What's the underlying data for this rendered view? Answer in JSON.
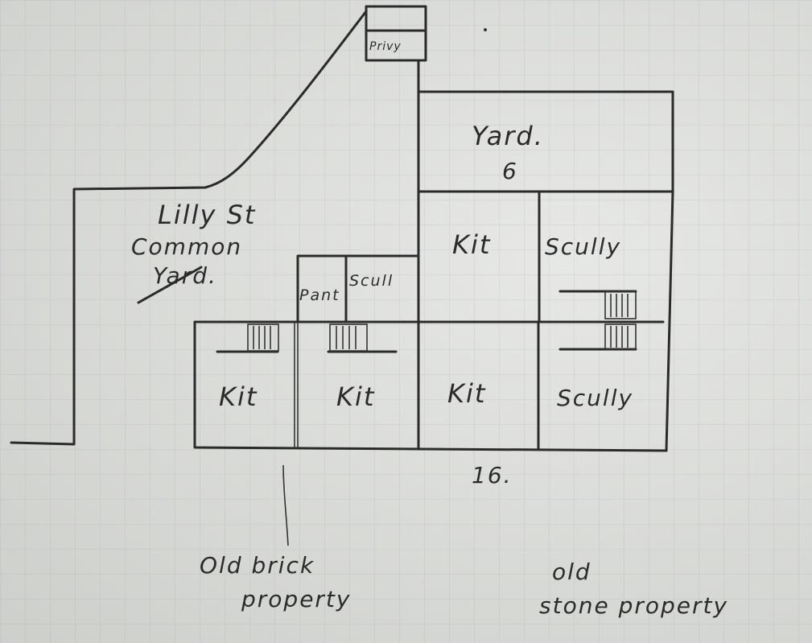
{
  "labels": {
    "privy": "Privy",
    "yard": "Yard.",
    "yard_number": "6",
    "lilly_st": "Lilly St",
    "common": "Common",
    "yard_common": "Yard.",
    "kit_upper": "Kit",
    "scully_upper": "Scully",
    "pant": "Pant",
    "scull": "Scull",
    "kit_1": "Kit",
    "kit_2": "Kit",
    "kit_3": "Kit",
    "scully_lower": "Scully",
    "number_16": "16.",
    "old_brick_1": "Old brick",
    "old_brick_2": "property",
    "old_stone_1": "old",
    "old_stone_2": "stone property"
  }
}
